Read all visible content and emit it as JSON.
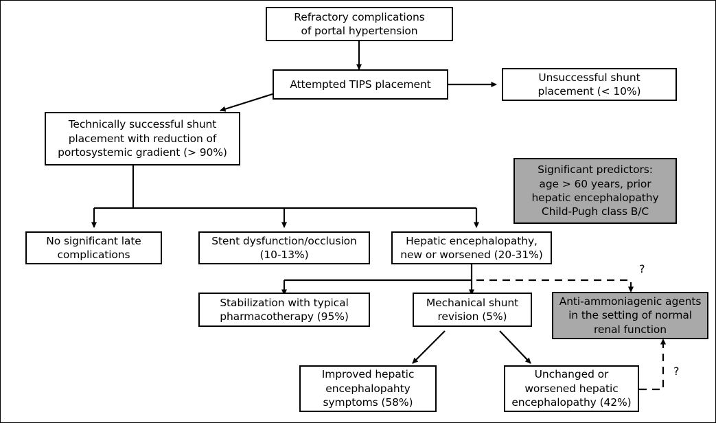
{
  "diagram": {
    "title": "TIPS placement outcomes flowchart",
    "accent_shaded": "#a9a9a9",
    "line_color": "#000000",
    "background": "#ffffff",
    "nodes": [
      {
        "id": "refractory",
        "label": "Refractory complications\nof portal hypertension",
        "style": "plain"
      },
      {
        "id": "attempted-tips",
        "label": "Attempted TIPS placement",
        "style": "plain"
      },
      {
        "id": "unsuccessful",
        "label": "Unsuccessful shunt\nplacement (< 10%)",
        "style": "plain"
      },
      {
        "id": "technically",
        "label": "Technically successful shunt\nplacement with reduction of\nportosystemic gradient (> 90%)",
        "style": "plain"
      },
      {
        "id": "predictors",
        "label": "Significant predictors:\nage > 60 years, prior\nhepatic encephalopathy\nChild-Pugh class B/C",
        "style": "shaded"
      },
      {
        "id": "no-significant",
        "label": "No significant late\ncomplications",
        "style": "plain"
      },
      {
        "id": "stent",
        "label": "Stent dysfunction/occlusion\n(10-13%)",
        "style": "plain"
      },
      {
        "id": "hepatic-enceph",
        "label": "Hepatic encephalopathy,\nnew or worsened (20-31%)",
        "style": "plain"
      },
      {
        "id": "stabilization",
        "label": "Stabilization with typical\npharmacotherapy (95%)",
        "style": "plain"
      },
      {
        "id": "mechanical",
        "label": "Mechanical shunt\nrevision (5%)",
        "style": "plain"
      },
      {
        "id": "anti-ammonia",
        "label": "Anti-ammoniagenic agents\nin the setting of normal\nrenal function",
        "style": "shaded"
      },
      {
        "id": "improved",
        "label": "Improved hepatic\nencephalopahty\nsymptoms (58%)",
        "style": "plain"
      },
      {
        "id": "unchanged",
        "label": "Unchanged or\nworsened hepatic\nencephalopathy (42%)",
        "style": "plain"
      }
    ],
    "annotations": [
      {
        "id": "q-top",
        "label": "?"
      },
      {
        "id": "q-bottom",
        "label": "?"
      }
    ]
  }
}
